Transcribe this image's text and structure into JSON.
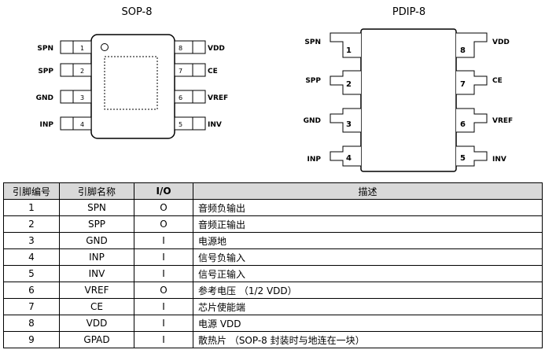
{
  "sop8": {
    "title": "SOP-8",
    "pins": [
      {
        "num": "1",
        "name": "SPN"
      },
      {
        "num": "2",
        "name": "SPP"
      },
      {
        "num": "3",
        "name": "GND"
      },
      {
        "num": "4",
        "name": "INP"
      },
      {
        "num": "8",
        "name": "VDD"
      },
      {
        "num": "7",
        "name": "CE"
      },
      {
        "num": "6",
        "name": "VREF"
      },
      {
        "num": "5",
        "name": "INV"
      }
    ]
  },
  "pdip8": {
    "title": "PDIP-8",
    "pins": [
      {
        "num": "1",
        "name": "SPN"
      },
      {
        "num": "2",
        "name": "SPP"
      },
      {
        "num": "3",
        "name": "GND"
      },
      {
        "num": "4",
        "name": "INP"
      },
      {
        "num": "8",
        "name": "VDD"
      },
      {
        "num": "7",
        "name": "CE"
      },
      {
        "num": "6",
        "name": "VREF"
      },
      {
        "num": "5",
        "name": "INV"
      }
    ]
  },
  "table": {
    "headers": [
      "引脚编号",
      "引脚名称",
      "I/O",
      "描述"
    ],
    "rows": [
      {
        "num": "1",
        "name": "SPN",
        "io": "O",
        "desc": "音频负输出"
      },
      {
        "num": "2",
        "name": "SPP",
        "io": "O",
        "desc": "音频正输出"
      },
      {
        "num": "3",
        "name": "GND",
        "io": "I",
        "desc": "电源地"
      },
      {
        "num": "4",
        "name": "INP",
        "io": "I",
        "desc": "信号负输入"
      },
      {
        "num": "5",
        "name": "INV",
        "io": "I",
        "desc": "信号正输入"
      },
      {
        "num": "6",
        "name": "VREF",
        "io": "O",
        "desc": "参考电压 （1/2 VDD）"
      },
      {
        "num": "7",
        "name": "CE",
        "io": "I",
        "desc": "芯片使能端"
      },
      {
        "num": "8",
        "name": "VDD",
        "io": "I",
        "desc": "电源 VDD"
      },
      {
        "num": "9",
        "name": "GPAD",
        "io": "I",
        "desc": "散热片 （SOP-8 封装时与地连在一块）"
      }
    ]
  }
}
